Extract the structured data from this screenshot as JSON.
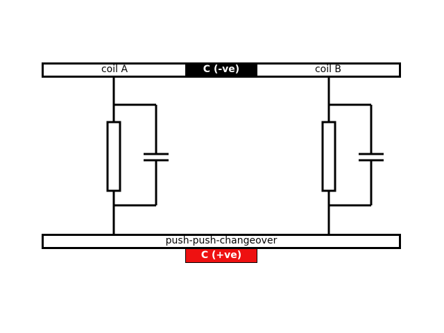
{
  "top_bar": {
    "coil_a_label": "coil A",
    "center_label": "C (-ve)",
    "coil_b_label": "coil B"
  },
  "bottom_bar": {
    "label": "push-push-changeover",
    "tag_label": "C (+ve)"
  },
  "colors": {
    "negative_terminal": "#000000",
    "positive_terminal": "#ee1111",
    "wire": "#000000"
  }
}
